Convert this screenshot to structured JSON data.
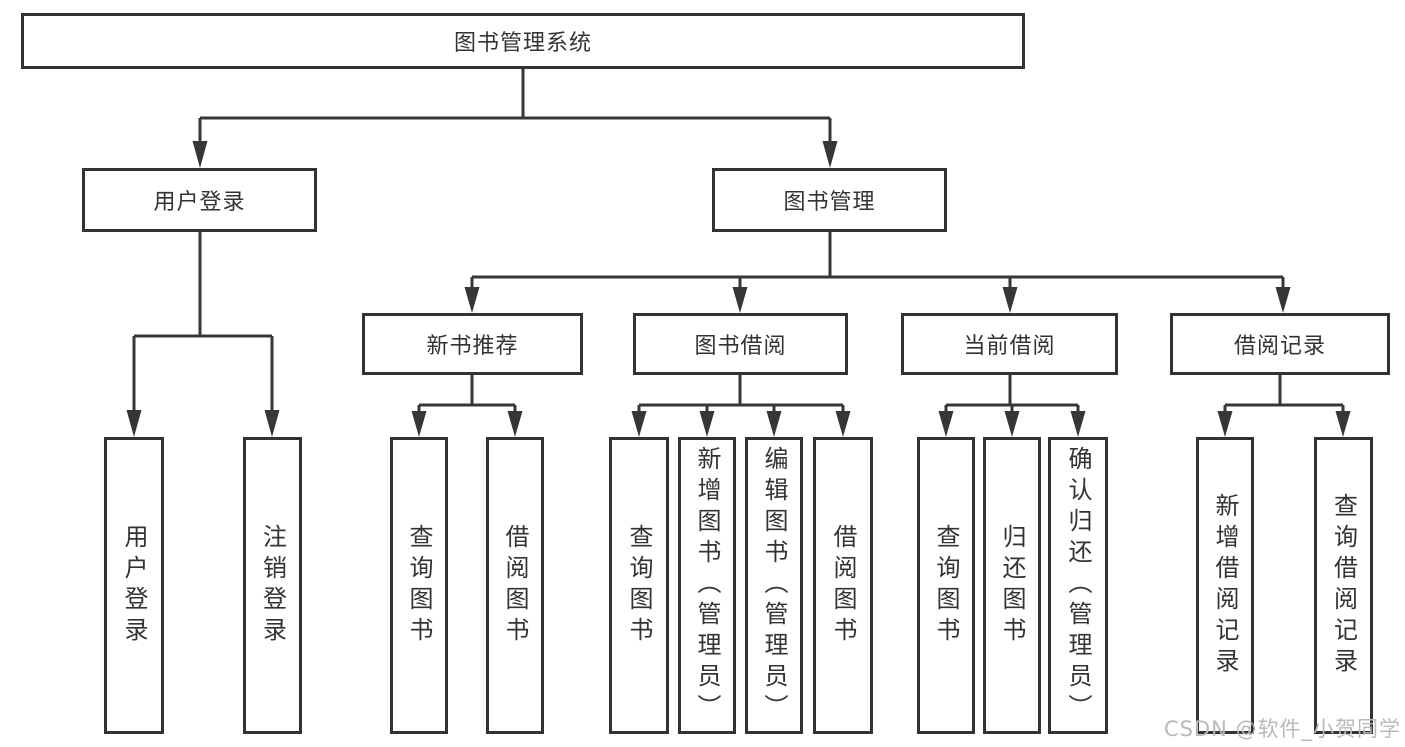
{
  "diagram": {
    "title": "图书管理系统",
    "tree": {
      "root": {
        "label": "图书管理系统"
      },
      "children": [
        {
          "label": "用户登录",
          "children": [
            {
              "label": "用户登录"
            },
            {
              "label": "注销登录"
            }
          ]
        },
        {
          "label": "图书管理",
          "children": [
            {
              "label": "新书推荐",
              "children": [
                {
                  "label": "查询图书"
                },
                {
                  "label": "借阅图书"
                }
              ]
            },
            {
              "label": "图书借阅",
              "children": [
                {
                  "label": "查询图书"
                },
                {
                  "label": "新增图书（管理员）"
                },
                {
                  "label": "编辑图书（管理员）"
                },
                {
                  "label": "借阅图书"
                }
              ]
            },
            {
              "label": "当前借阅",
              "children": [
                {
                  "label": "查询图书"
                },
                {
                  "label": "归还图书"
                },
                {
                  "label": "确认归还（管理员）"
                }
              ]
            },
            {
              "label": "借阅记录",
              "children": [
                {
                  "label": "新增借阅记录"
                },
                {
                  "label": "查询借阅记录"
                }
              ]
            }
          ]
        }
      ]
    },
    "colors": {
      "line": "#363636",
      "border": "#333333",
      "text": "#333333",
      "background": "#ffffff",
      "watermark": "#b9b9b9"
    }
  },
  "watermark": {
    "text": "CSDN @软件_小贺同学"
  }
}
